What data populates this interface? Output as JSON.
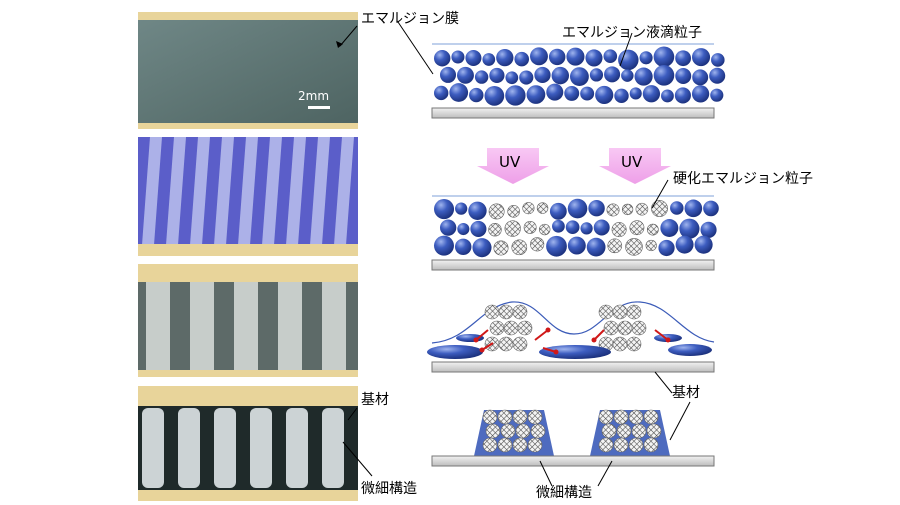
{
  "photos": {
    "labels": {
      "film": "エマルジョン膜",
      "scale": "2mm",
      "substrate": "基材",
      "microstructure": "微細構造"
    }
  },
  "diagram": {
    "labels": {
      "droplet": "エマルジョン液滴粒子",
      "uv": "UV",
      "cured": "硬化エマルジョン粒子",
      "substrate": "基材",
      "microstructure": "微細構造"
    },
    "colors": {
      "droplet": "#3b5bb8",
      "uv_arrow": "#f4b6f0",
      "substrate": "#e6e6e6",
      "frame": "#e9d59a",
      "flow_arrow": "#d01818"
    }
  }
}
